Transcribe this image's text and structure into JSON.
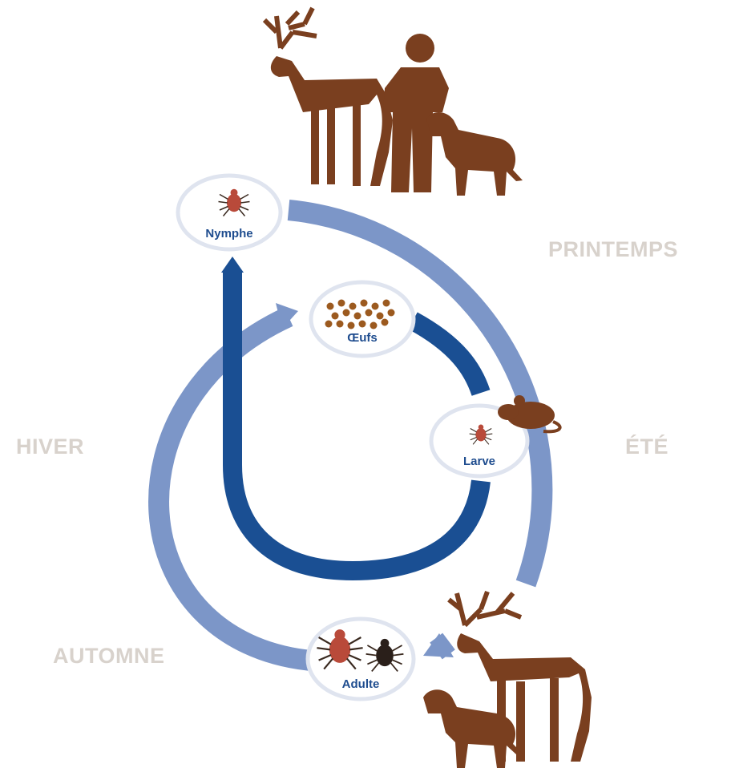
{
  "seasons": {
    "spring": "PRINTEMPS",
    "summer": "ÉTÉ",
    "winter": "HIVER",
    "autumn": "AUTOMNE"
  },
  "stages": {
    "nymph": "Nymphe",
    "eggs": "Œufs",
    "larva": "Larve",
    "adult": "Adulte"
  },
  "colors": {
    "outer_ring": "#7c96c8",
    "inner_ring": "#1a4f93",
    "animal": "#7a3f1f",
    "tick_body": "#b94a3a",
    "egg": "#9c5a1f",
    "season_text": "#d8d2cc",
    "stage_text": "#1f4d8f"
  },
  "icons": {
    "top_hosts": [
      "deer-icon",
      "person-icon",
      "dog-icon"
    ],
    "bottom_hosts": [
      "deer-icon",
      "dog-icon"
    ],
    "larva_host": "mouse-icon"
  }
}
